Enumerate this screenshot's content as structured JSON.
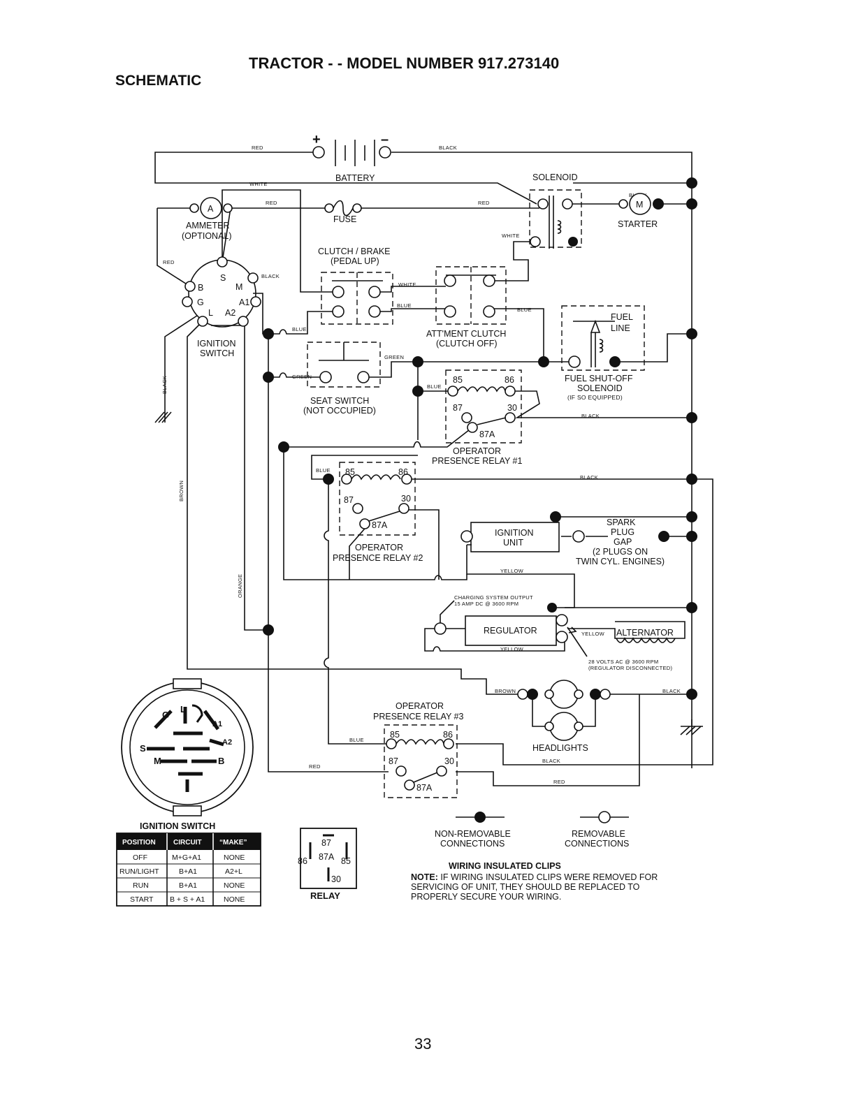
{
  "title": "TRACTOR - - MODEL NUMBER  917.273140",
  "subtitle": "SCHEMATIC",
  "battery": {
    "label": "BATTERY",
    "plus": "+",
    "minus": "–"
  },
  "ammeter": {
    "symbol": "A",
    "label": "AMMETER",
    "sublabel": "(OPTIONAL)"
  },
  "fuse": {
    "label": "FUSE"
  },
  "solenoid": {
    "label": "SOLENOID"
  },
  "starter": {
    "symbol": "M",
    "label": "STARTER"
  },
  "clutch_brake": {
    "label": "CLUTCH / BRAKE",
    "sublabel": "(PEDAL UP)"
  },
  "attachment_clutch": {
    "label": "ATT'MENT CLUTCH",
    "sublabel": "(CLUTCH OFF)"
  },
  "fuel_line": {
    "label1": "FUEL",
    "label2": "LINE"
  },
  "fuel_solenoid": {
    "label1": "FUEL SHUT-OFF",
    "label2": "SOLENOID",
    "label3": "(IF SO EQUIPPED)"
  },
  "ignition_switch_sym": {
    "label1": "IGNITION",
    "label2": "SWITCH",
    "pins": {
      "b": "B",
      "s": "S",
      "m": "M",
      "g": "G",
      "a1": "A1",
      "l": "L",
      "a2": "A2"
    }
  },
  "seat_switch": {
    "label": "SEAT SWITCH",
    "sublabel": "(NOT OCCUPIED)"
  },
  "relay1": {
    "p85": "85",
    "p86": "86",
    "p87": "87",
    "p30": "30",
    "p87a": "87A",
    "label1": "OPERATOR",
    "label2": "PRESENCE RELAY #1"
  },
  "relay2": {
    "p85": "85",
    "p86": "86",
    "p87": "87",
    "p30": "30",
    "p87a": "87A",
    "label1": "OPERATOR",
    "label2": "PRESENCE RELAY #2"
  },
  "relay3": {
    "p85": "85",
    "p86": "86",
    "p87": "87",
    "p30": "30",
    "p87a": "87A",
    "label1": "OPERATOR",
    "label2": "PRESENCE RELAY #3"
  },
  "ignition_unit": {
    "label1": "IGNITION",
    "label2": "UNIT"
  },
  "spark_plug": {
    "label1": "SPARK",
    "label2": "PLUG",
    "label3": "GAP",
    "label4": "(2 PLUGS ON",
    "label5": "TWIN CYL. ENGINES)"
  },
  "regulator": {
    "label": "REGULATOR",
    "note1": "CHARGING SYSTEM OUTPUT",
    "note2": "15 AMP DC @ 3600 RPM"
  },
  "alternator": {
    "label": "ALTERNATOR",
    "note1": "28 VOLTS AC @ 3600 RPM",
    "note2": "(REGULATOR DISCONNECTED)"
  },
  "headlights": {
    "label": "HEADLIGHTS"
  },
  "wire_colors": {
    "red": "RED",
    "black": "BLACK",
    "white": "WHITE",
    "blue": "BLUE",
    "green": "GREEN",
    "yellow": "YELLOW",
    "brown": "BROWN",
    "orange": "ORANGE"
  },
  "legend": {
    "non_removable1": "NON-REMOVABLE",
    "non_removable2": "CONNECTIONS",
    "removable1": "REMOVABLE",
    "removable2": "CONNECTIONS"
  },
  "note": {
    "heading": "WIRING INSULATED CLIPS",
    "prefix": "NOTE:",
    "line1": " IF WIRING INSULATED CLIPS WERE REMOVED FOR",
    "line2": "SERVICING OF UNIT, THEY SHOULD BE REPLACED TO",
    "line3": "PROPERLY SECURE YOUR WIRING."
  },
  "switch_face": {
    "g": "G",
    "l": "L",
    "a1": "A1",
    "a2": "A2",
    "s": "S",
    "m": "M",
    "b": "B"
  },
  "ignition_table": {
    "title": "IGNITION SWITCH",
    "headers": [
      "POSITION",
      "CIRCUIT",
      "“MAKE”"
    ],
    "rows": [
      [
        "OFF",
        "M+G+A1",
        "NONE"
      ],
      [
        "RUN/LIGHT",
        "B+A1",
        "A2+L"
      ],
      [
        "RUN",
        "B+A1",
        "NONE"
      ],
      [
        "START",
        "B + S + A1",
        "NONE"
      ]
    ]
  },
  "relay_legend": {
    "label": "RELAY",
    "p87": "87",
    "p87a": "87A",
    "p86": "86",
    "p85": "85",
    "p30": "30"
  },
  "page_number": "33"
}
